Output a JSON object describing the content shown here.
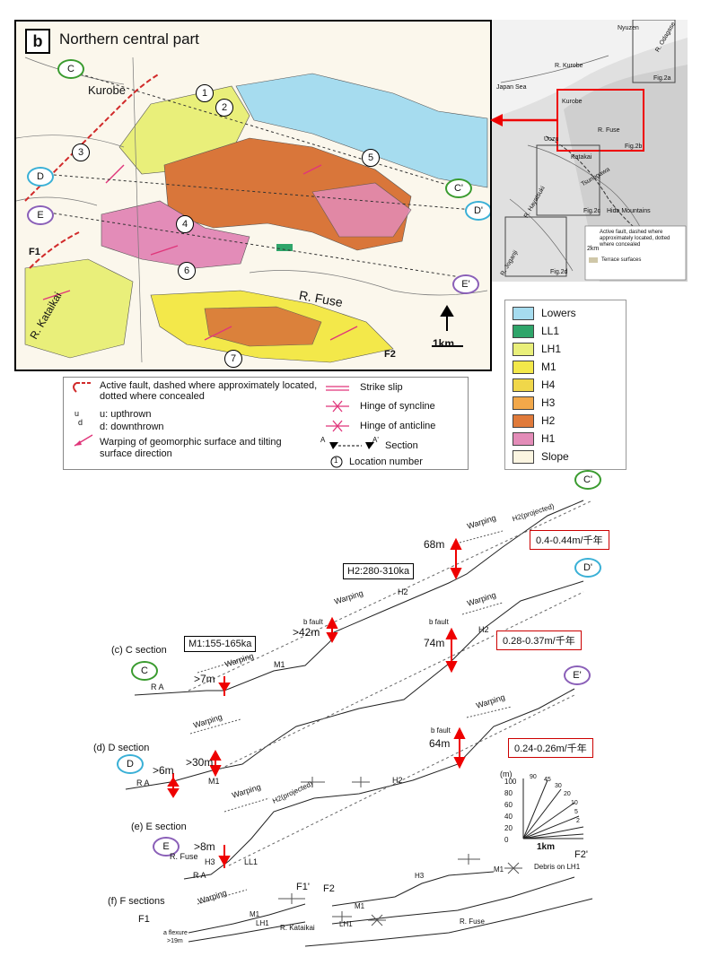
{
  "map_b": {
    "panel_letter": "b",
    "title": "Northern central part",
    "places": {
      "kurobe": "Kurobe",
      "fuse": "R. Fuse",
      "kataikai": "R. Kataikai"
    },
    "scale": "1km",
    "section_ends": [
      "C",
      "C'",
      "D",
      "D'",
      "E",
      "E'",
      "F1",
      "F2"
    ],
    "locations": [
      "1",
      "2",
      "3",
      "4",
      "5",
      "6",
      "7"
    ]
  },
  "inset": {
    "labels": {
      "nyuzen": "Nyuzen",
      "odagase": "R. Odagase",
      "kurobe_r": "R. Kurobe",
      "japan_sea": "Japan Sea",
      "kurobe": "Kurobe",
      "uozu": "Uozu",
      "fuse": "R. Fuse",
      "katakai": "Katakai",
      "tsunogawa": "Tsunogawa",
      "hayatsuki": "R. Hayatsuki",
      "joganji": "R. Joganji",
      "mountains": "Hida Mountains"
    },
    "figs": [
      "Fig.2a",
      "Fig.2b",
      "Fig.2c",
      "Fig.2d"
    ],
    "legend": [
      "Active fault, dashed where approximately located, dotted where concealed",
      "Terrace surfaces"
    ],
    "scale": "2km"
  },
  "color_legend": [
    {
      "label": "Lowers",
      "color": "#a6dcef"
    },
    {
      "label": "LL1",
      "color": "#2fa56a"
    },
    {
      "label": "LH1",
      "color": "#e9ef7a"
    },
    {
      "label": "M1",
      "color": "#f3e84a"
    },
    {
      "label": "H4",
      "color": "#f0d74a"
    },
    {
      "label": "H3",
      "color": "#f2a84a"
    },
    {
      "label": "H2",
      "color": "#e07a3a"
    },
    {
      "label": "H1",
      "color": "#e38cb8"
    },
    {
      "label": "Slope",
      "color": "#fbf5e1"
    }
  ],
  "symbol_legend": {
    "fault": "Active fault, dashed where approximately located, dotted where concealed",
    "up_sym": "u",
    "down_sym": "d",
    "up": "u: upthrown",
    "down": "d: downthrown",
    "warping": "Warping of geomorphic surface and tilting surface direction",
    "strike": "Strike slip",
    "syncline": "Hinge of syncline",
    "anticline": "Hinge of anticline",
    "section_a": "A",
    "section_a2": "A'",
    "section": "Section",
    "location_sym": "1",
    "location": "Location number"
  },
  "profiles": {
    "c": {
      "name": "(c) C section",
      "start": "C",
      "end": "C'",
      "age_box": "H2:280-310ka",
      "age_box2": "M1:155-165ka",
      "rate": "0.4-0.44m/千年",
      "offsets": [
        ">7m",
        ">42m",
        "68m"
      ],
      "labels": [
        "R A",
        "Warping",
        "M1",
        "b fault",
        "H2",
        "Warping",
        "H2(projected)",
        "Warping"
      ]
    },
    "d": {
      "name": "(d) D section",
      "start": "D",
      "end": "D'",
      "rate": "0.28-0.37m/千年",
      "offsets": [
        ">6m",
        ">30m",
        "74m"
      ],
      "labels": [
        "R A",
        "M1",
        "Warping",
        "b fault",
        "H2",
        "Warping"
      ]
    },
    "e": {
      "name": "(e) E section",
      "start": "E",
      "end": "E'",
      "rate": "0.24-0.26m/千年",
      "offsets": [
        ">8m",
        "64m"
      ],
      "labels": [
        "R. Fuse",
        "H3",
        "LL1",
        "R A",
        "Warping",
        "H2(projected)",
        "H2",
        "b fault",
        "Warping"
      ]
    },
    "f": {
      "name": "(f) F sections",
      "start": "F1",
      "mid1": "F1'",
      "mid2": "F2",
      "end": "F2'",
      "labels": [
        "Warping",
        "a flexure",
        ">19m",
        "M1",
        "LH1",
        "R. Kataikai",
        "M1",
        "LH1",
        "R. Fuse",
        "H3",
        "M1",
        "Debris on LH1"
      ]
    }
  },
  "scale_box": {
    "unit": "(m)",
    "yticks": [
      "100",
      "80",
      "60",
      "40",
      "20",
      "0"
    ],
    "angles": [
      "90",
      "45",
      "30",
      "20",
      "10",
      "5",
      "2"
    ],
    "xlabel": "1km"
  }
}
